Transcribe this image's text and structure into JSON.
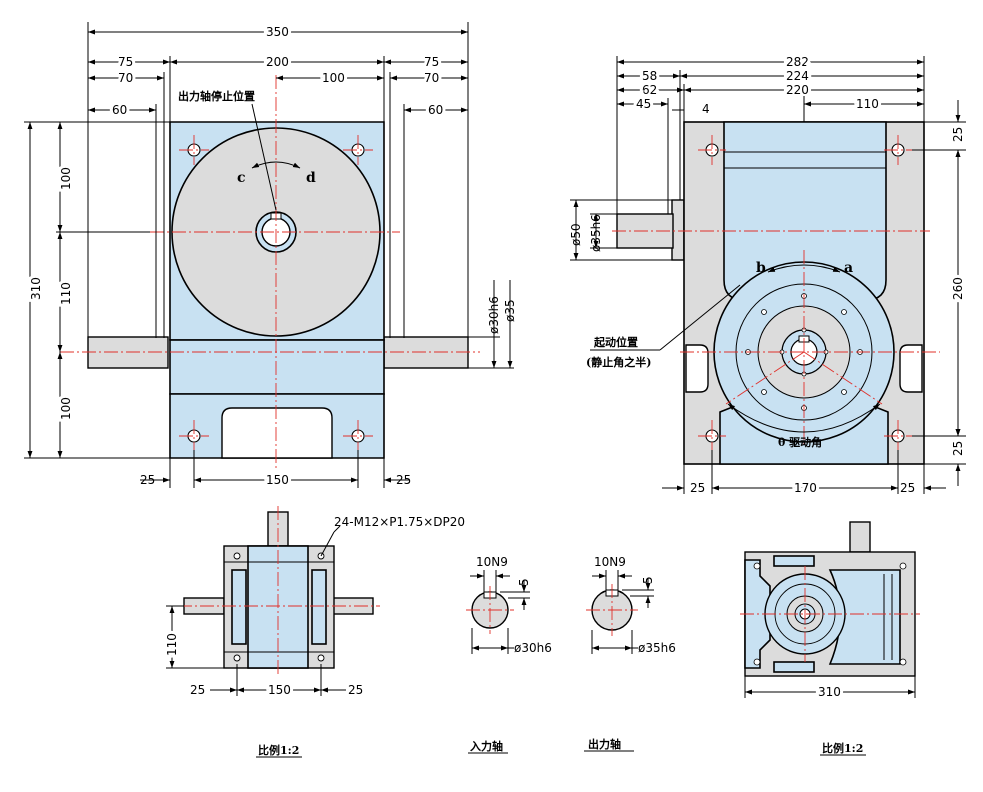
{
  "front_view": {
    "dims": {
      "total_width": "350",
      "left_75": "75",
      "right_75": "75",
      "center_200": "200",
      "left_70": "70",
      "right_70": "70",
      "half_100": "100",
      "left_60": "60",
      "right_60": "60",
      "height_310": "310",
      "upper_100": "100",
      "middle_110": "110",
      "lower_100": "100",
      "shaft_30": "ø30h6",
      "shaft_35": "ø35",
      "base_left_25": "25",
      "base_150": "150",
      "base_right_25": "25"
    },
    "labels": {
      "output_stop_position": "出力轴停止位置",
      "rotation_c": "c",
      "rotation_d": "d"
    }
  },
  "side_view": {
    "dims": {
      "total_282": "282",
      "d_58": "58",
      "d_224": "224",
      "d_62": "62",
      "d_220": "220",
      "d_45": "45",
      "d_4": "4",
      "d_110": "110",
      "top_25": "25",
      "height_260": "260",
      "bottom_25": "25",
      "phi_50": "ø50",
      "phi_35h6": "ø35h6",
      "base_left_25": "25",
      "base_170": "170",
      "base_right_25": "25"
    },
    "labels": {
      "rotation_b": "b",
      "rotation_a": "a",
      "start_position": "起动位置",
      "start_position_note": "(静止角之半)",
      "drive_angle": "θ 驱动角"
    }
  },
  "bottom_view": {
    "thread_note": "24-M12×P1.75×DP20",
    "dims": {
      "height_110": "110",
      "left_25": "25",
      "width_150": "150",
      "right_25": "25"
    },
    "scale_caption": "比例1:2"
  },
  "input_shaft": {
    "key_width": "10N9",
    "key_depth": "5",
    "diameter": "ø30h6",
    "caption": "入力轴"
  },
  "output_shaft": {
    "key_width": "10N9",
    "key_depth": "5",
    "diameter": "ø35h6",
    "caption": "出力轴"
  },
  "small_side_view": {
    "dims": {
      "width_310": "310"
    },
    "scale_caption": "比例1:2"
  },
  "colors": {
    "body_fill": "#c8e1f2",
    "grey_fill": "#dcdcdc",
    "centerline": "#e0302a",
    "line": "#000000"
  }
}
